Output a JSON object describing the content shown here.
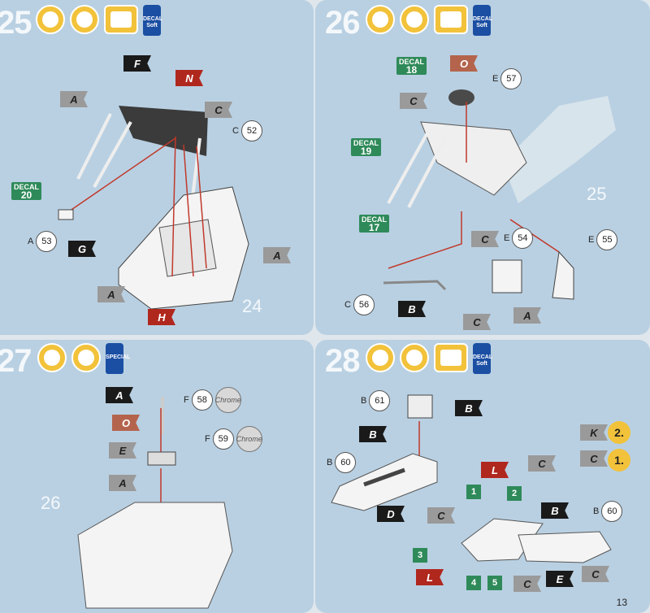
{
  "page_number": "13",
  "steps": [
    {
      "num": "25",
      "icons": [
        "glue-icon",
        "brush-icon",
        "decal-sheet-icon"
      ],
      "bottle": "DECAL Soft",
      "sub": "24"
    },
    {
      "num": "26",
      "icons": [
        "glue-icon",
        "brush-icon",
        "decal-sheet-icon"
      ],
      "bottle": "DECAL Soft",
      "sub": "25"
    },
    {
      "num": "27",
      "icons": [
        "glue-icon",
        "brush-icon"
      ],
      "bottle": "SPECIAL",
      "sub": "26"
    },
    {
      "num": "28",
      "icons": [
        "glue-icon",
        "brush-icon",
        "decal-sheet-icon"
      ],
      "bottle": "DECAL Soft",
      "sub": ""
    }
  ],
  "p25": {
    "flags": [
      "F",
      "N",
      "A",
      "C",
      "A",
      "G",
      "A",
      "H"
    ],
    "callouts": [
      {
        "l": "C",
        "n": "52"
      },
      {
        "l": "A",
        "n": "53"
      }
    ],
    "decal": {
      "t": "DECAL",
      "n": "20"
    }
  },
  "p26": {
    "flags": [
      "O",
      "C",
      "A",
      "B",
      "C",
      "C"
    ],
    "callouts": [
      {
        "l": "E",
        "n": "57"
      },
      {
        "l": "E",
        "n": "54"
      },
      {
        "l": "E",
        "n": "55"
      },
      {
        "l": "C",
        "n": "56"
      }
    ],
    "decals": [
      {
        "t": "DECAL",
        "n": "18"
      },
      {
        "t": "DECAL",
        "n": "19"
      },
      {
        "t": "DECAL",
        "n": "17"
      }
    ]
  },
  "p27": {
    "flags": [
      "A",
      "O",
      "E",
      "A"
    ],
    "callouts": [
      {
        "l": "F",
        "n": "58"
      },
      {
        "l": "F",
        "n": "59"
      }
    ],
    "chrome": "Chrome"
  },
  "p28": {
    "flags": [
      "B",
      "B",
      "D",
      "L",
      "C",
      "C",
      "B",
      "C",
      "L",
      "E",
      "C",
      "K",
      "C"
    ],
    "callouts": [
      {
        "l": "B",
        "n": "61"
      },
      {
        "l": "B",
        "n": "60"
      },
      {
        "l": "B",
        "n": "60"
      }
    ],
    "decal_nums": [
      "1",
      "2",
      "3",
      "4",
      "5"
    ],
    "order": [
      "2.",
      "1."
    ]
  }
}
